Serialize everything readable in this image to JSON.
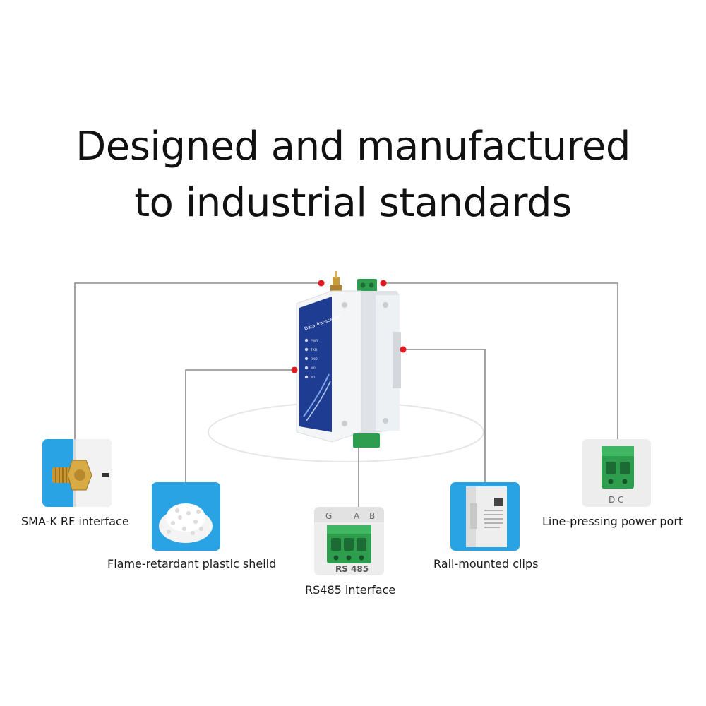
{
  "title": {
    "line1": "Designed and manufactured",
    "line2": "to industrial standards"
  },
  "device": {
    "label": "Data Transceiver",
    "leds": [
      "PWR",
      "TXD",
      "RXD",
      "M0",
      "M1"
    ]
  },
  "callouts": [
    {
      "id": "sma",
      "caption": "SMA-K RF interface",
      "icon": "sma-connector-icon"
    },
    {
      "id": "plastic",
      "caption": "Flame-retardant plastic sheild",
      "icon": "plastic-pellets-icon"
    },
    {
      "id": "rs485",
      "caption": "RS485 interface",
      "icon": "terminal-block-icon",
      "pins": [
        "G",
        "A",
        "B"
      ],
      "marking": "RS 485"
    },
    {
      "id": "rail",
      "caption": "Rail-mounted clips",
      "icon": "din-rail-clip-icon"
    },
    {
      "id": "power",
      "caption": "Line-pressing power port",
      "icon": "power-terminal-icon",
      "marking": "D C"
    }
  ],
  "colors": {
    "accent_dot": "#e01a22",
    "leader_line": "#8c8c8c",
    "thumb_bg": "#2aa3e4",
    "terminal_green": "#2e9e4e",
    "device_body": "#e9ecef",
    "front_panel": "#1f3c93"
  }
}
